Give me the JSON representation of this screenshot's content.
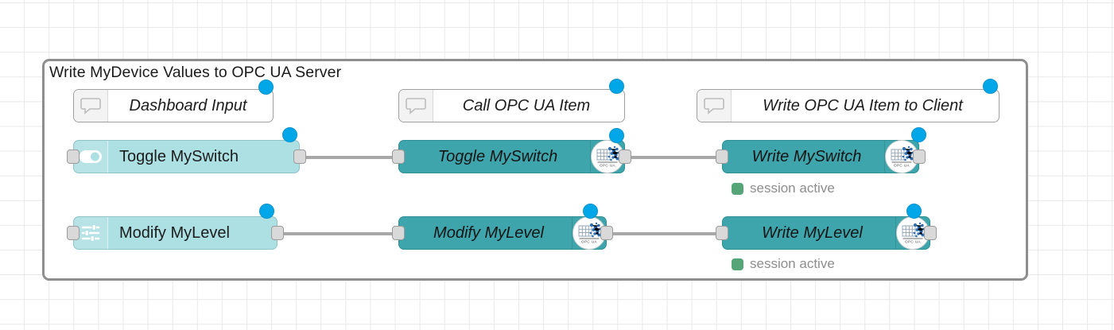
{
  "canvas": {
    "background": "#ffffff",
    "grid_color": "#e8e8e8"
  },
  "group": {
    "title": "Write MyDevice Values to OPC UA Server",
    "border_color": "#8e8e8e"
  },
  "colors": {
    "node_light_teal": "#ade0e3",
    "node_teal": "#3fa5ac",
    "selection_dot": "#00a7e8",
    "wire": "#a8a8a8",
    "status_green": "#55a578",
    "port": "#d9d9d9"
  },
  "comments": [
    {
      "label": "Dashboard Input",
      "icon": "comment-icon"
    },
    {
      "label": "Call OPC UA Item",
      "icon": "comment-icon"
    },
    {
      "label": "Write OPC UA Item to Client",
      "icon": "comment-icon"
    }
  ],
  "rows": [
    {
      "input": {
        "label": "Toggle MySwitch",
        "icon": "toggle-switch-icon"
      },
      "call": {
        "label": "Toggle MySwitch",
        "icon": "opc-ua-logo-icon"
      },
      "write": {
        "label": "Write MySwitch",
        "icon": "opc-ua-logo-icon",
        "status": "session active"
      }
    },
    {
      "input": {
        "label": "Modify MyLevel",
        "icon": "sliders-icon"
      },
      "call": {
        "label": "Modify MyLevel",
        "icon": "opc-ua-logo-icon"
      },
      "write": {
        "label": "Write MyLevel",
        "icon": "opc-ua-logo-icon",
        "status": "session active"
      }
    }
  ],
  "opc_logo_text": "OPC UA"
}
